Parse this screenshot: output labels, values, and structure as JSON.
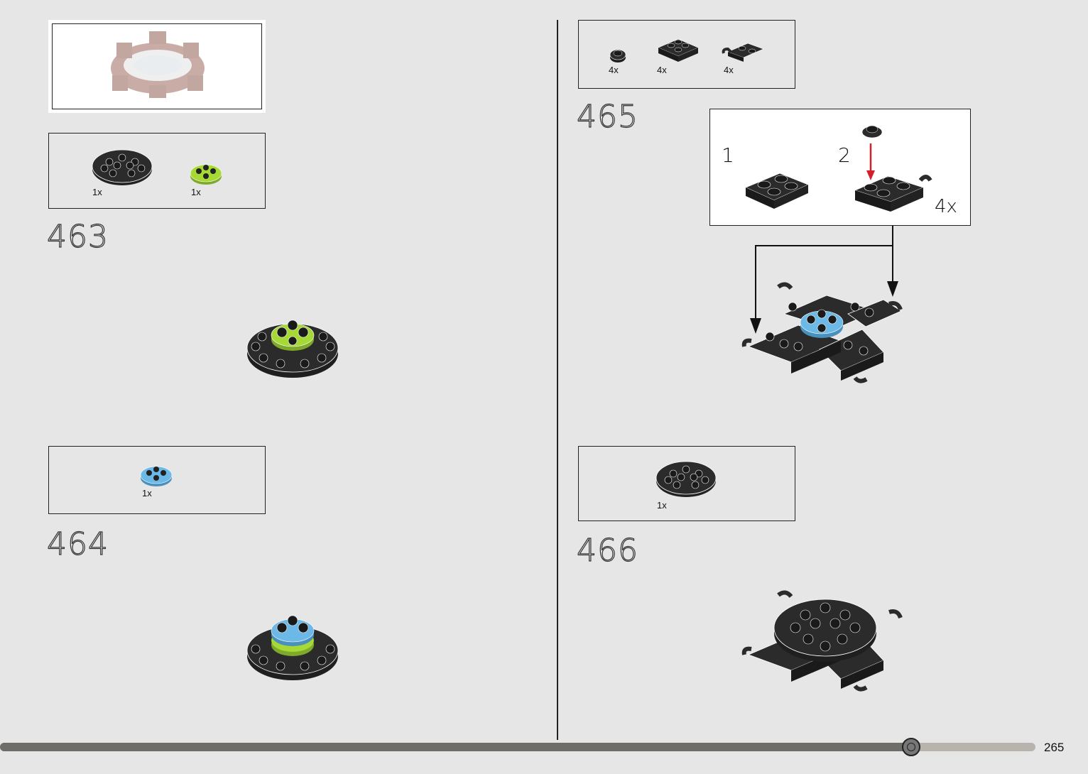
{
  "steps": [
    {
      "number": "463",
      "parts": [
        {
          "qty": "1x"
        },
        {
          "qty": "1x"
        }
      ]
    },
    {
      "number": "464",
      "parts": [
        {
          "qty": "1x"
        }
      ]
    },
    {
      "number": "465",
      "parts": [
        {
          "qty": "4x"
        },
        {
          "qty": "4x"
        },
        {
          "qty": "4x"
        }
      ],
      "subassembly": {
        "step1": "1",
        "step2": "2",
        "multiplier": "4x"
      }
    },
    {
      "number": "466",
      "parts": [
        {
          "qty": "1x"
        }
      ]
    }
  ],
  "progress": {
    "page": "265",
    "fraction": 0.88
  },
  "colors": {
    "black_brick": "#2b2b2b",
    "lime": "#a6d936",
    "azure": "#6cb8e6",
    "reddish_brown": "#8a4a3a",
    "arrow_red": "#d21f2b"
  }
}
